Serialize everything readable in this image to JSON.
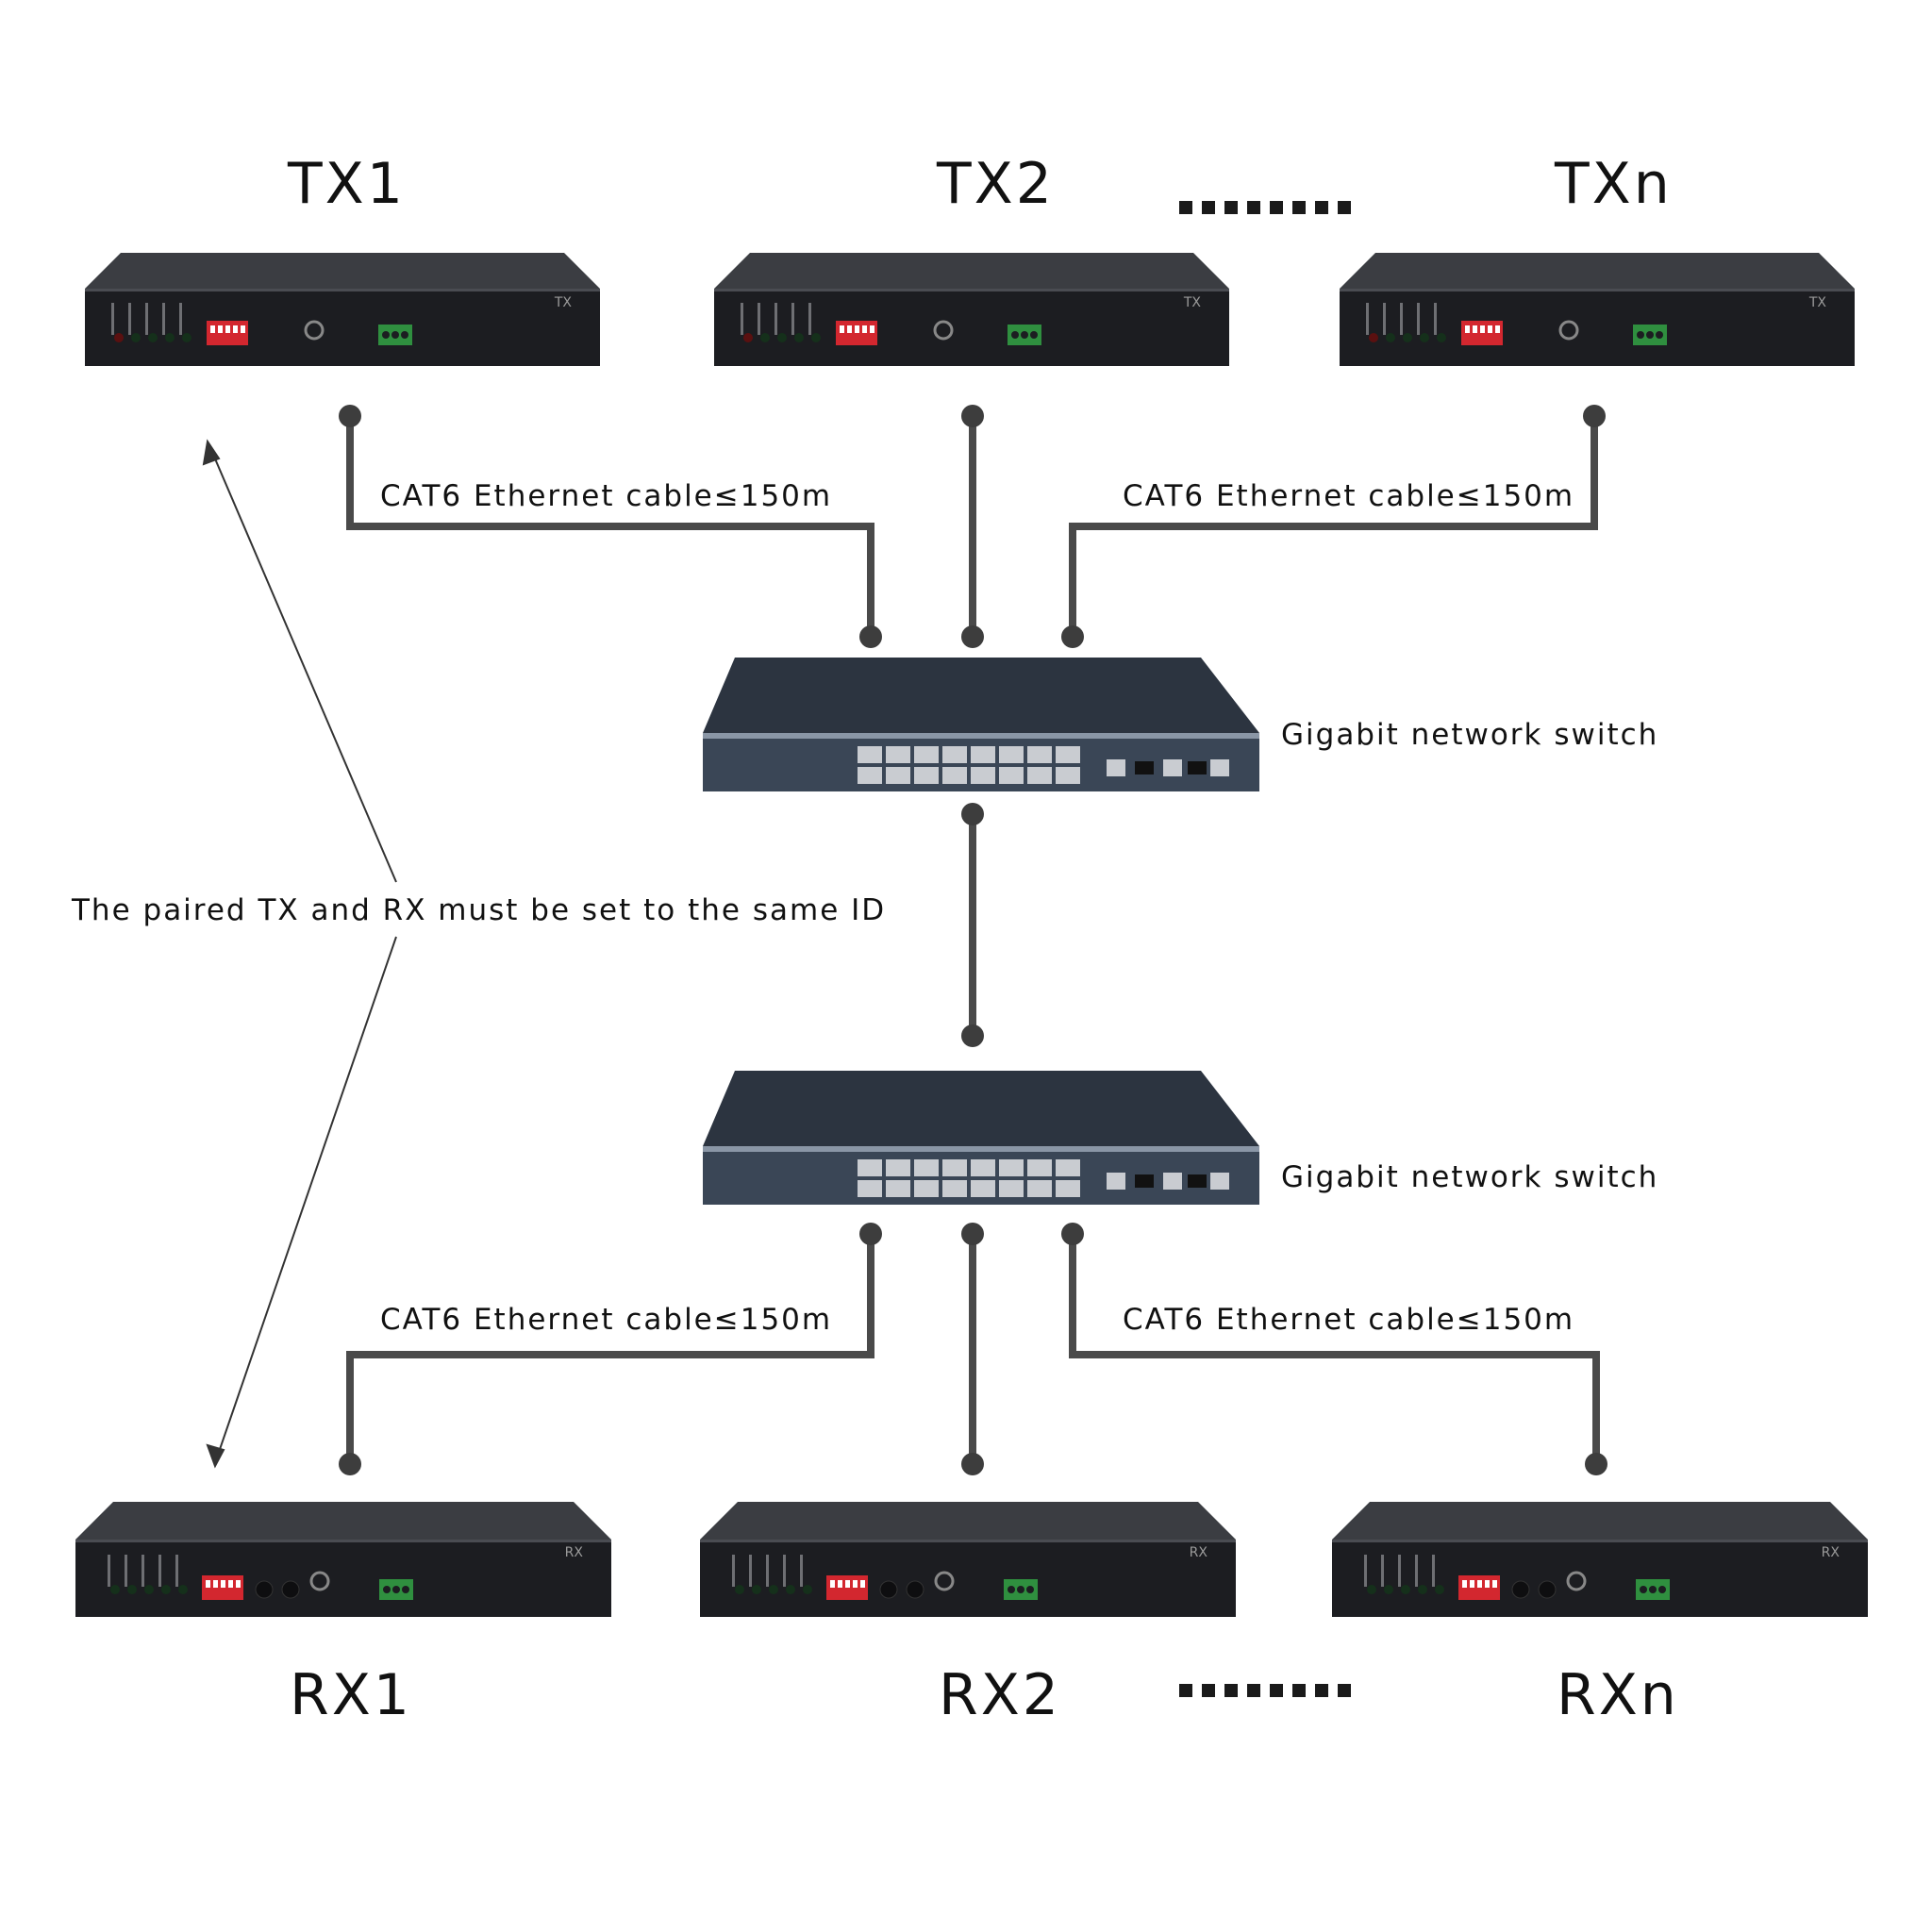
{
  "transmitters": [
    {
      "label": "TX1",
      "badge": "TX"
    },
    {
      "label": "TX2",
      "badge": "TX"
    },
    {
      "label": "TXn",
      "badge": "TX"
    }
  ],
  "receivers": [
    {
      "label": "RX1",
      "badge": "RX"
    },
    {
      "label": "RX2",
      "badge": "RX"
    },
    {
      "label": "RXn",
      "badge": "RX"
    }
  ],
  "cable_labels": {
    "top_left": "CAT6 Ethernet cable≤150m",
    "top_right": "CAT6 Ethernet cable≤150m",
    "bottom_left": "CAT6 Ethernet cable≤150m",
    "bottom_right": "CAT6 Ethernet cable≤150m"
  },
  "switches": {
    "top_label": "Gigabit network switch",
    "bottom_label": "Gigabit network switch"
  },
  "pairing_note": "The paired TX and RX must be set to the same ID",
  "colors": {
    "cable": "#4a4a4a",
    "device_body": "#1c1d21",
    "switch_body": "#2c3440",
    "dip_switch": "#d3272f",
    "terminal_block": "#2f8f3f"
  }
}
